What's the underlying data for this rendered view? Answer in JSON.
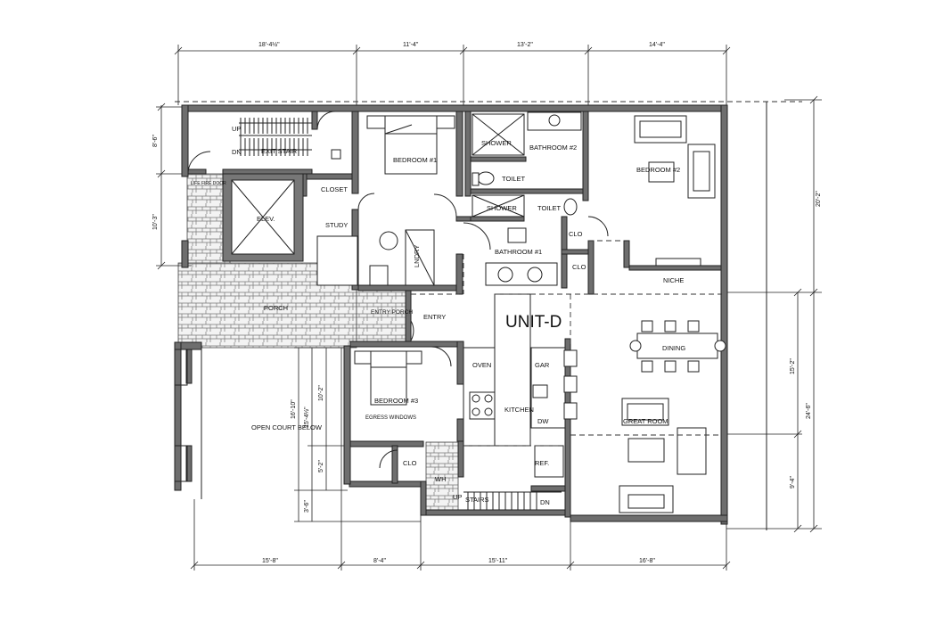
{
  "plan": {
    "unit_title": "UNIT-D",
    "rooms": {
      "exit_stair": "EXIT STAIR",
      "up1": "UP",
      "dn1": "DN",
      "bedroom1": "BEDROOM #1",
      "shower1": "SHOWER",
      "bathroom2": "BATHROOM #2",
      "toilet1": "TOILET",
      "shower2": "SHOWER",
      "toilet2": "TOILET",
      "bedroom2": "BEDROOM #2",
      "fire_door": "LIFE FIRE DOOR",
      "closet": "CLOSET",
      "elev": "ELEV.",
      "study": "STUDY",
      "laundry": "LNDRY",
      "bathroom1": "BATHROOM #1",
      "clo1": "CLO",
      "clo2": "CLO",
      "niche": "NICHE",
      "porch": "PORCH",
      "entry_porch": "ENTRY PORCH",
      "entry": "ENTRY",
      "oven": "OVEN",
      "gar": "GAR",
      "dining": "DINING",
      "bedroom3": "BEDROOM #3",
      "egress": "EGRESS WINDOWS",
      "kitchen": "KITCHEN",
      "great_room": "GREAT ROOM",
      "open_court": "OPEN COURT BELOW",
      "clo3": "CLO",
      "refr": "REF.",
      "dw": "DW",
      "stairs": "STAIRS",
      "dn2": "DN",
      "up2": "UP",
      "wh": "WH"
    },
    "dims_top": [
      "18'-4½\"",
      "11'-4\"",
      "13'-2\"",
      "14'-4\""
    ],
    "dims_bottom": [
      "15'-8\"",
      "8'-4\"",
      "15'-11\"",
      "16'-8\""
    ],
    "dims_left": [
      "8'-6\"",
      "10'-3\""
    ],
    "dims_right": [
      "20'-2\"",
      "15'-2\"",
      "24'-6\"",
      "9'-4\""
    ],
    "dims_inner_left": [
      "16'-10\"",
      "15'-4½\"",
      "10'-2\"",
      "5'-2\"",
      "3'-6\""
    ]
  }
}
